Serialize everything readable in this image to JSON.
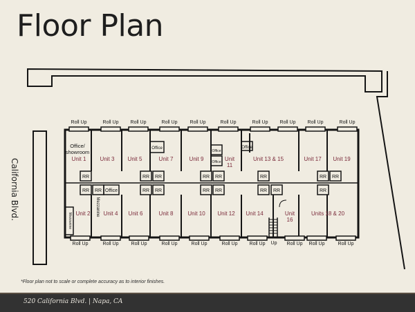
{
  "title": "Floor Plan",
  "street_label": "California Blvd.",
  "units_top": [
    "Unit 1",
    "Unit 3",
    "Unit 5",
    "Unit 7",
    "Unit 9",
    "Unit 11",
    "Unit 13 & 15",
    "Unit 17",
    "Unit 19"
  ],
  "units_bottom": [
    "Unit 2",
    "Unit 4",
    "Unit 6",
    "Unit 8",
    "Unit 10",
    "Unit 12",
    "Unit 14",
    "Unit 16",
    "Units 18 & 20"
  ],
  "roll_up_label": "Roll Up",
  "up_label": "Up",
  "rr_label": "RR",
  "office_label": "Office",
  "office_showroom_label": "Office/ showroom",
  "mezzanine_label": "Mezzanine",
  "small_room_label": "Mezzanine",
  "note": "*Floor plan not to scale or complete accuracy as to interior finishes.",
  "footer": "520 California Blvd. | Napa, CA",
  "colors": {
    "background": "#f0ece1",
    "wall": "#141414",
    "unit_label": "#7a2a3a",
    "footer_bar": "#323232"
  }
}
